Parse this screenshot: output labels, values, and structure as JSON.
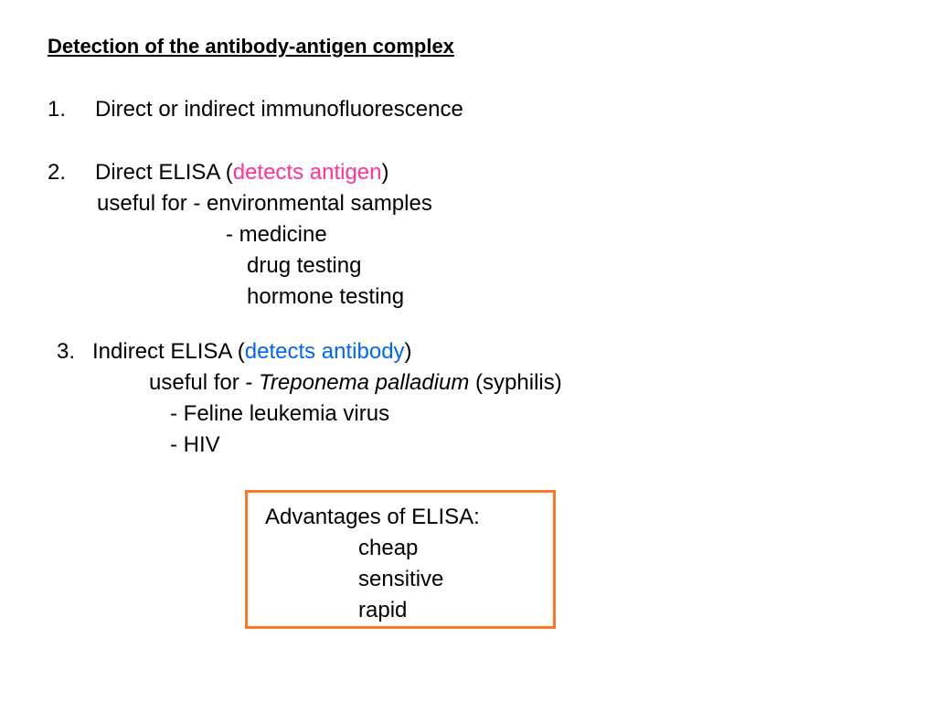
{
  "title": "Detection of the antibody-antigen complex",
  "item1": {
    "number": "1.",
    "text": "Direct or indirect immunofluorescence"
  },
  "item2": {
    "number": "2.",
    "text_before": "Direct ELISA (",
    "highlight": "detects antigen",
    "text_after": ")",
    "useful_for": "useful for - environmental samples",
    "uses": [
      "- medicine",
      "drug testing",
      "hormone testing"
    ]
  },
  "item3": {
    "number": "3.",
    "text_before": "Indirect ELISA (",
    "highlight": "detects antibody",
    "text_after": ")",
    "useful_prefix": "useful for - ",
    "useful_italic": "Treponema palladium",
    "useful_suffix": " (syphilis)",
    "uses": [
      "- Feline leukemia virus",
      "- HIV"
    ]
  },
  "advantages": {
    "heading": "Advantages of ELISA:",
    "items": [
      "cheap",
      "sensitive",
      "rapid"
    ]
  },
  "colors": {
    "antigen_highlight": "#ff3399",
    "antibody_highlight": "#0066ff",
    "box_border": "#ff7722"
  }
}
